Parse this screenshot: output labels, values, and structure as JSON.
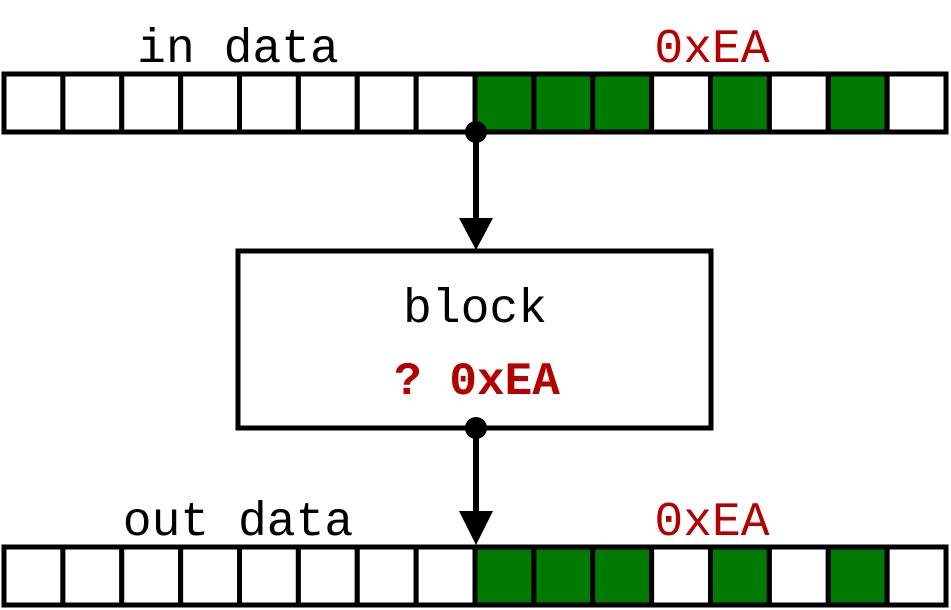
{
  "colors": {
    "cell_fill_set": "#007a00",
    "cell_fill_clear": "#ffffff",
    "stroke": "#000000",
    "accent": "#b30000"
  },
  "input_register": {
    "label": "in data",
    "value_label": "0xEA",
    "bits": [
      0,
      0,
      0,
      0,
      0,
      0,
      0,
      0,
      1,
      1,
      1,
      0,
      1,
      0,
      1,
      0
    ]
  },
  "block": {
    "label": "block",
    "condition": "? 0xEA"
  },
  "output_register": {
    "label": "out data",
    "value_label": "0xEA",
    "bits": [
      0,
      0,
      0,
      0,
      0,
      0,
      0,
      0,
      1,
      1,
      1,
      0,
      1,
      0,
      1,
      0
    ]
  }
}
